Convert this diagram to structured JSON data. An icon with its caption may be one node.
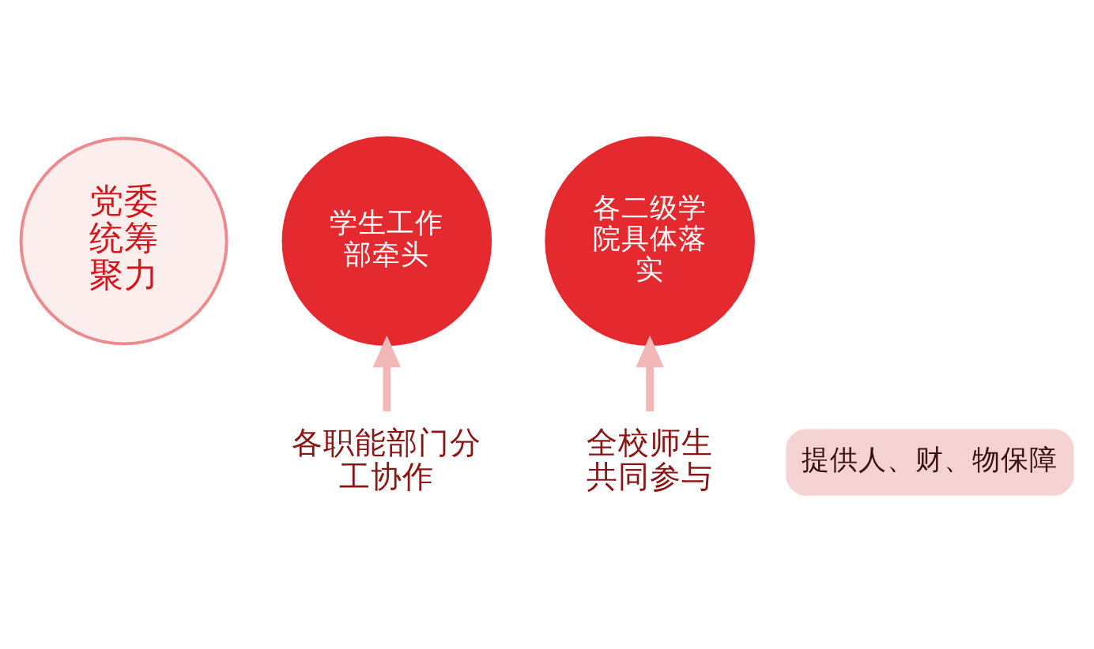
{
  "diagram": {
    "nodes": [
      {
        "text": [
          "党委统筹聚力"
        ]
      },
      {
        "text": [
          "学生工作部牵头"
        ]
      },
      {
        "text": [
          "各二级学院具体落实"
        ]
      },
      {
        "text": [
          "提供人、财、物保障"
        ]
      },
      {
        "text": [
          "各职能部门分工协作"
        ]
      },
      {
        "text": [
          "全校师生共同参与"
        ]
      }
    ],
    "edges": [
      {
        "from": 4,
        "to": 1,
        "arrow": "to"
      },
      {
        "from": 5,
        "to": 2,
        "arrow": "to"
      }
    ]
  }
}
